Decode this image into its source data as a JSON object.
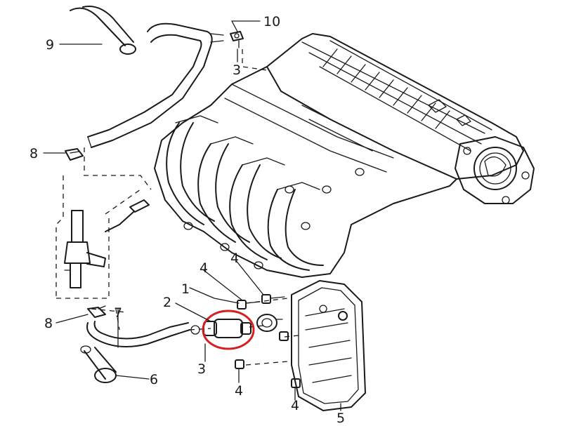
{
  "callouts": [
    {
      "id": "c9",
      "text": "9"
    },
    {
      "id": "c10",
      "text": "10"
    },
    {
      "id": "c3a",
      "text": "3"
    },
    {
      "id": "c8a",
      "text": "8"
    },
    {
      "id": "c1",
      "text": "1"
    },
    {
      "id": "c2",
      "text": "2"
    },
    {
      "id": "c4a",
      "text": "4"
    },
    {
      "id": "c4b",
      "text": "4"
    },
    {
      "id": "c7",
      "text": "7"
    },
    {
      "id": "c8b",
      "text": "8"
    },
    {
      "id": "c3b",
      "text": "3"
    },
    {
      "id": "c6",
      "text": "6"
    },
    {
      "id": "c4c",
      "text": "4"
    },
    {
      "id": "c4d",
      "text": "4"
    },
    {
      "id": "c5",
      "text": "5"
    }
  ],
  "highlight": {
    "color": "#d42020",
    "target_part": "2"
  }
}
